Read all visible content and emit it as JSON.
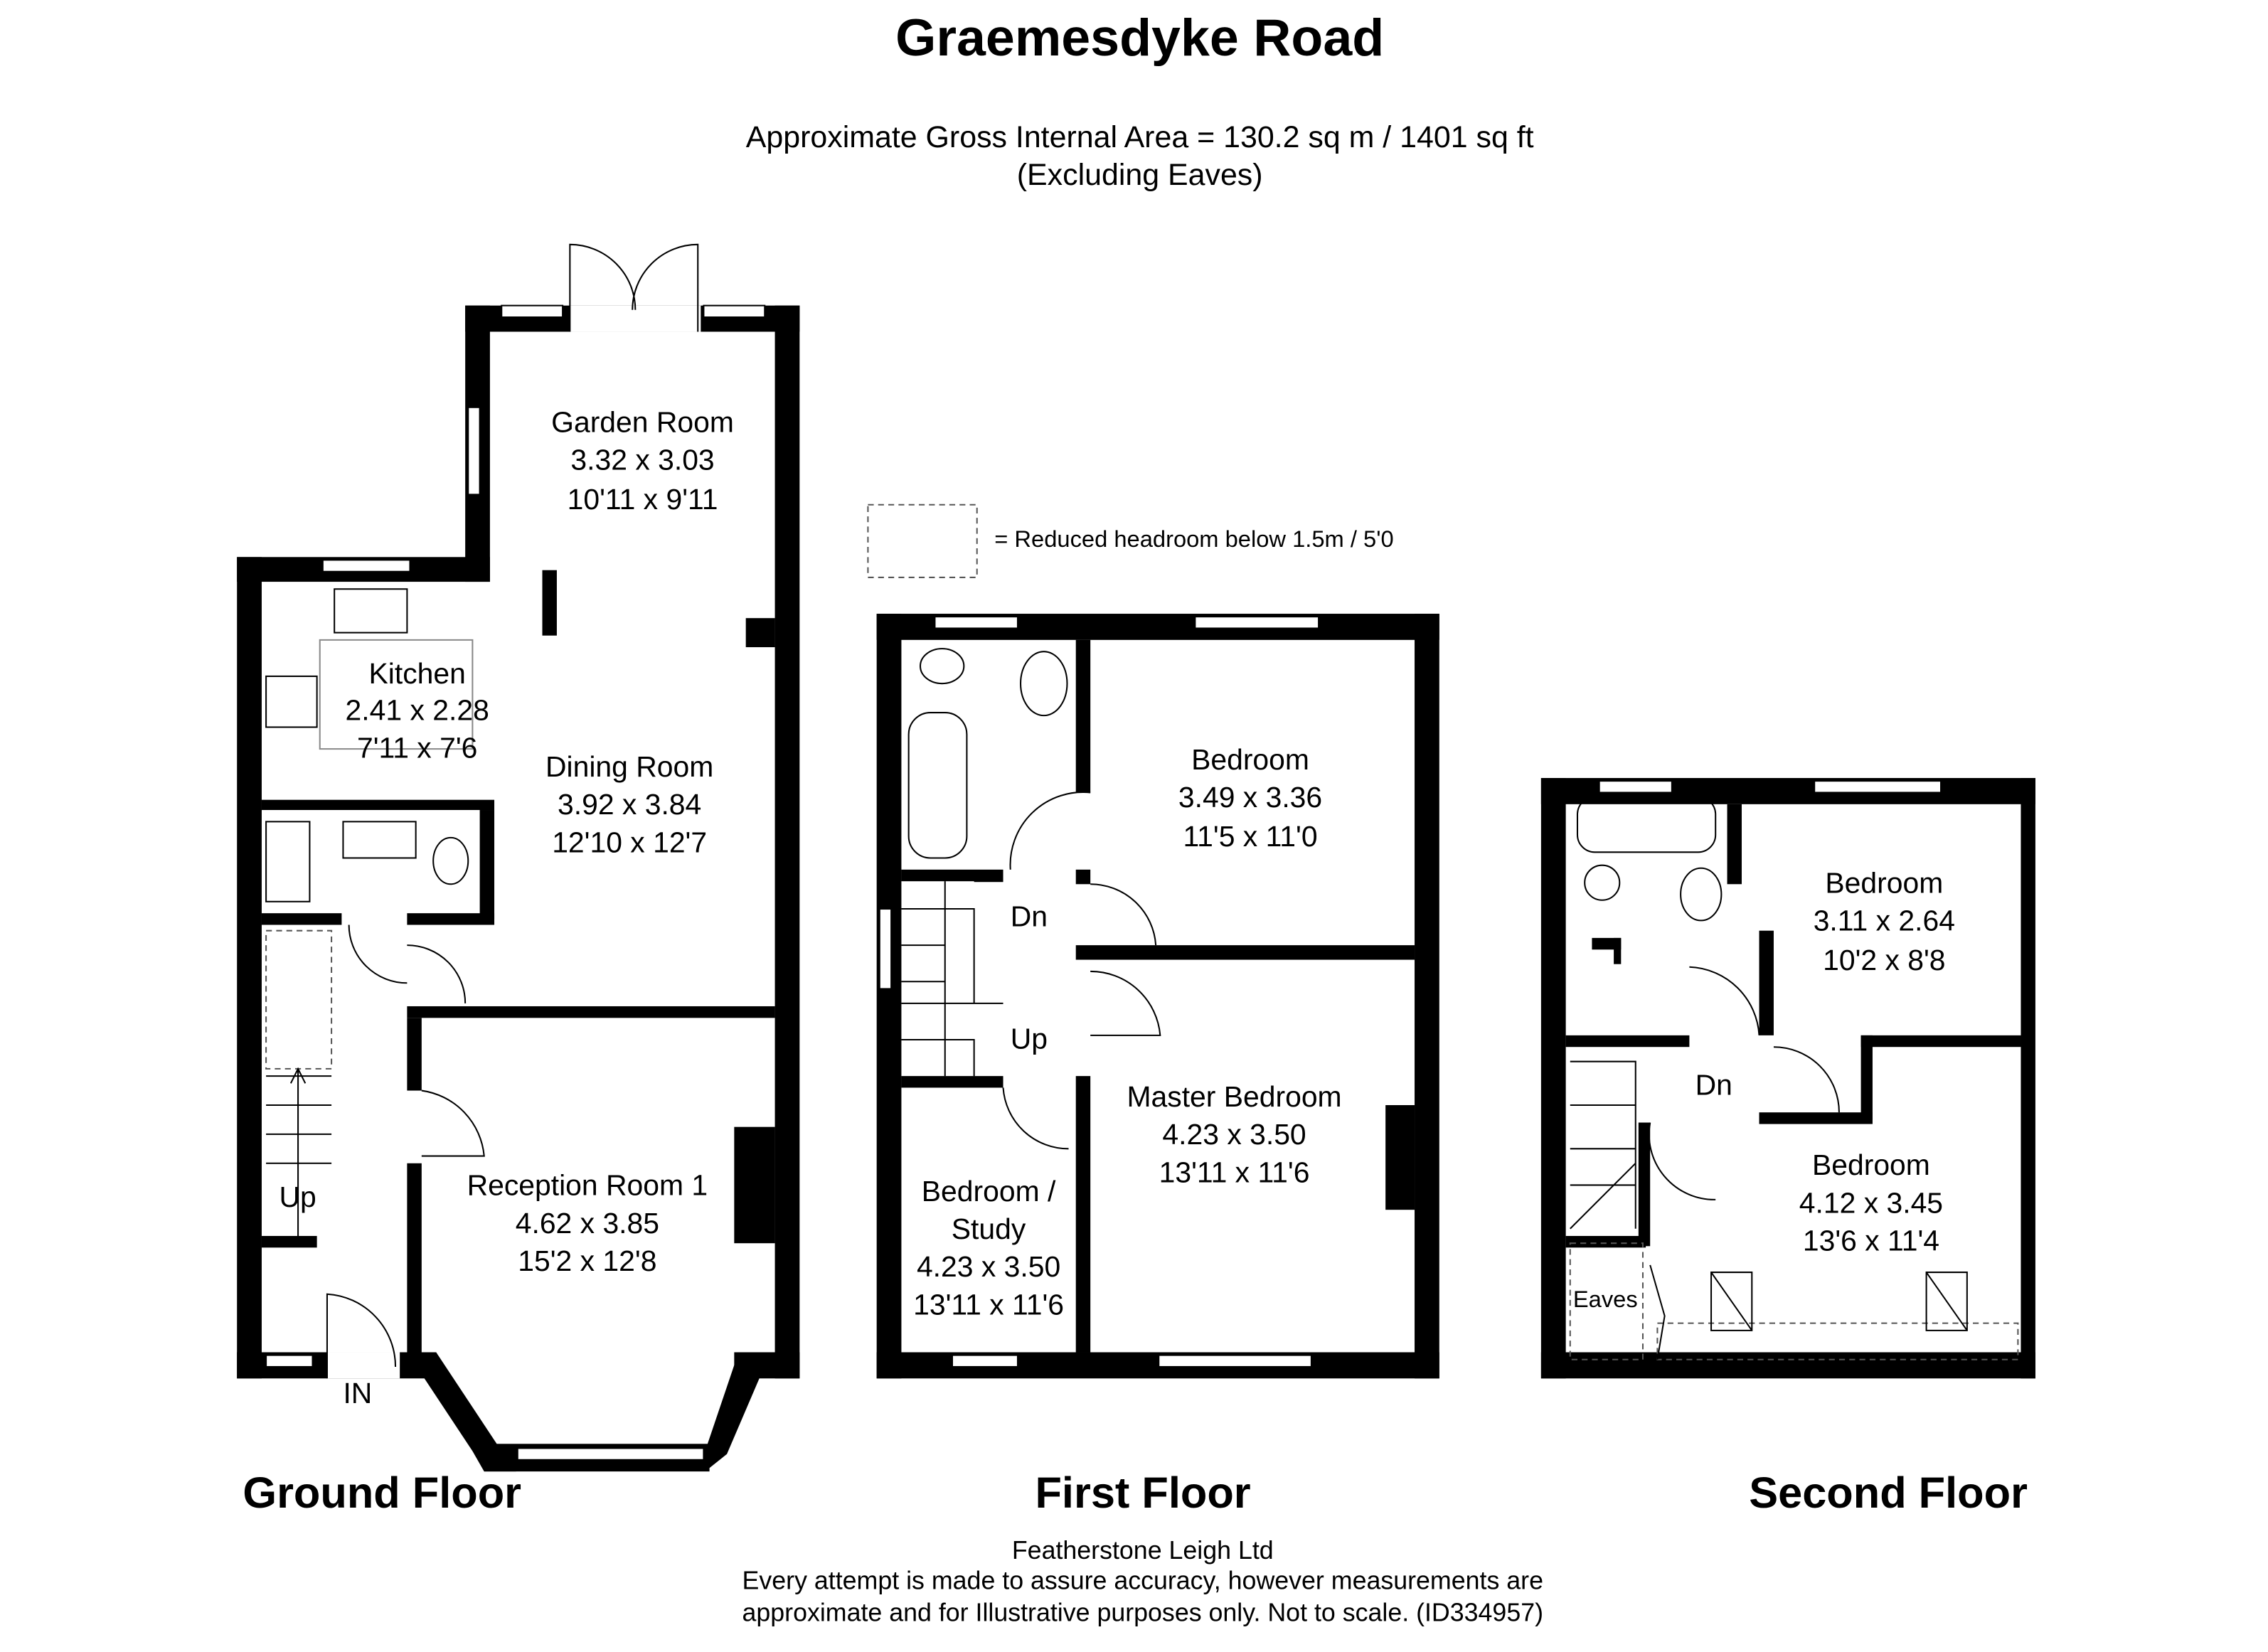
{
  "title": "Graemesdyke Road",
  "area": "Approximate Gross Internal Area = 130.2 sq m / 1401 sq ft",
  "area_note": "(Excluding Eaves)",
  "legend": "= Reduced headroom below 1.5m / 5'0",
  "floors": {
    "ground": {
      "label": "Ground Floor",
      "rooms": [
        {
          "name": "Garden Room",
          "metric": "3.32 x 3.03",
          "imperial": "10'11 x 9'11"
        },
        {
          "name": "Kitchen",
          "metric": "2.41 x 2.28",
          "imperial": "7'11 x 7'6"
        },
        {
          "name": "Dining Room",
          "metric": "3.92 x 3.84",
          "imperial": "12'10 x 12'7"
        },
        {
          "name": "Reception Room 1",
          "metric": "4.62 x 3.85",
          "imperial": "15'2 x 12'8"
        }
      ],
      "marks": {
        "up": "Up",
        "entrance": "IN"
      }
    },
    "first": {
      "label": "First Floor",
      "rooms": [
        {
          "name": "Bedroom",
          "metric": "3.49 x 3.36",
          "imperial": "11'5 x 11'0"
        },
        {
          "name": "Master Bedroom",
          "metric": "4.23 x 3.50",
          "imperial": "13'11 x 11'6"
        },
        {
          "name": "Bedroom /",
          "name2": "Study",
          "metric": "4.23 x 3.50",
          "imperial": "13'11 x 11'6"
        }
      ],
      "marks": {
        "down": "Dn",
        "up": "Up"
      }
    },
    "second": {
      "label": "Second Floor",
      "rooms": [
        {
          "name": "Bedroom",
          "metric": "3.11 x 2.64",
          "imperial": "10'2 x 8'8"
        },
        {
          "name": "Bedroom",
          "metric": "4.12 x 3.45",
          "imperial": "13'6 x 11'4"
        }
      ],
      "marks": {
        "down": "Dn",
        "eaves": "Eaves"
      }
    }
  },
  "footer": {
    "company": "Featherstone Leigh Ltd",
    "line1": "Every attempt is made to assure accuracy, however measurements are",
    "line2": "approximate and for Illustrative purposes only. Not to scale. (ID334957)"
  }
}
